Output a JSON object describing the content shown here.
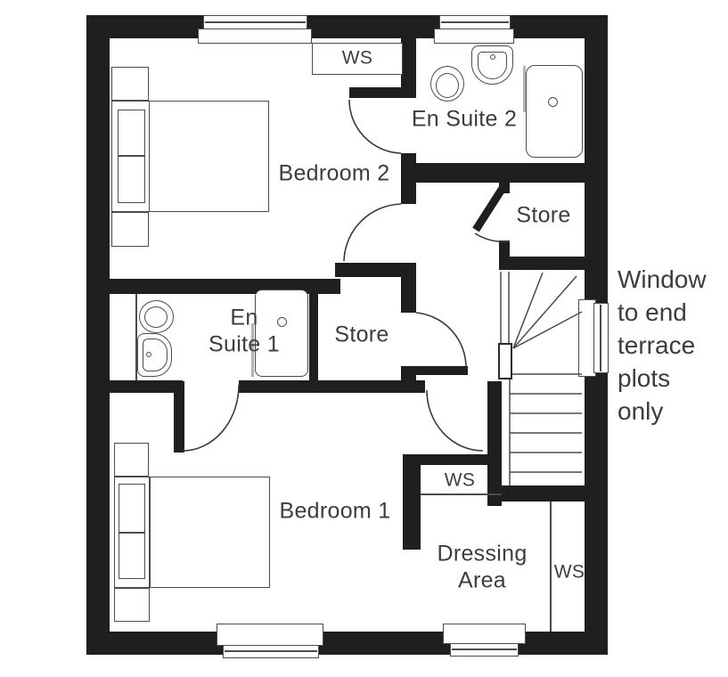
{
  "labels": {
    "bedroom2": "Bedroom 2",
    "ensuite2": "En Suite 2",
    "store_upper": "Store",
    "store_middle": "Store",
    "ensuite1": "En\nSuite 1",
    "bedroom1": "Bedroom 1",
    "dressing": "Dressing\nArea",
    "ws_top": "WS",
    "ws_middle": "WS",
    "ws_right": "WS"
  },
  "annotation": {
    "window_note": "Window\nto end\nterrace\nplots\nonly"
  },
  "colors": {
    "wall": "#1f1f1f",
    "line": "#4b4b4b",
    "text": "#3d3d3d",
    "glass": "#b3b3b3"
  }
}
